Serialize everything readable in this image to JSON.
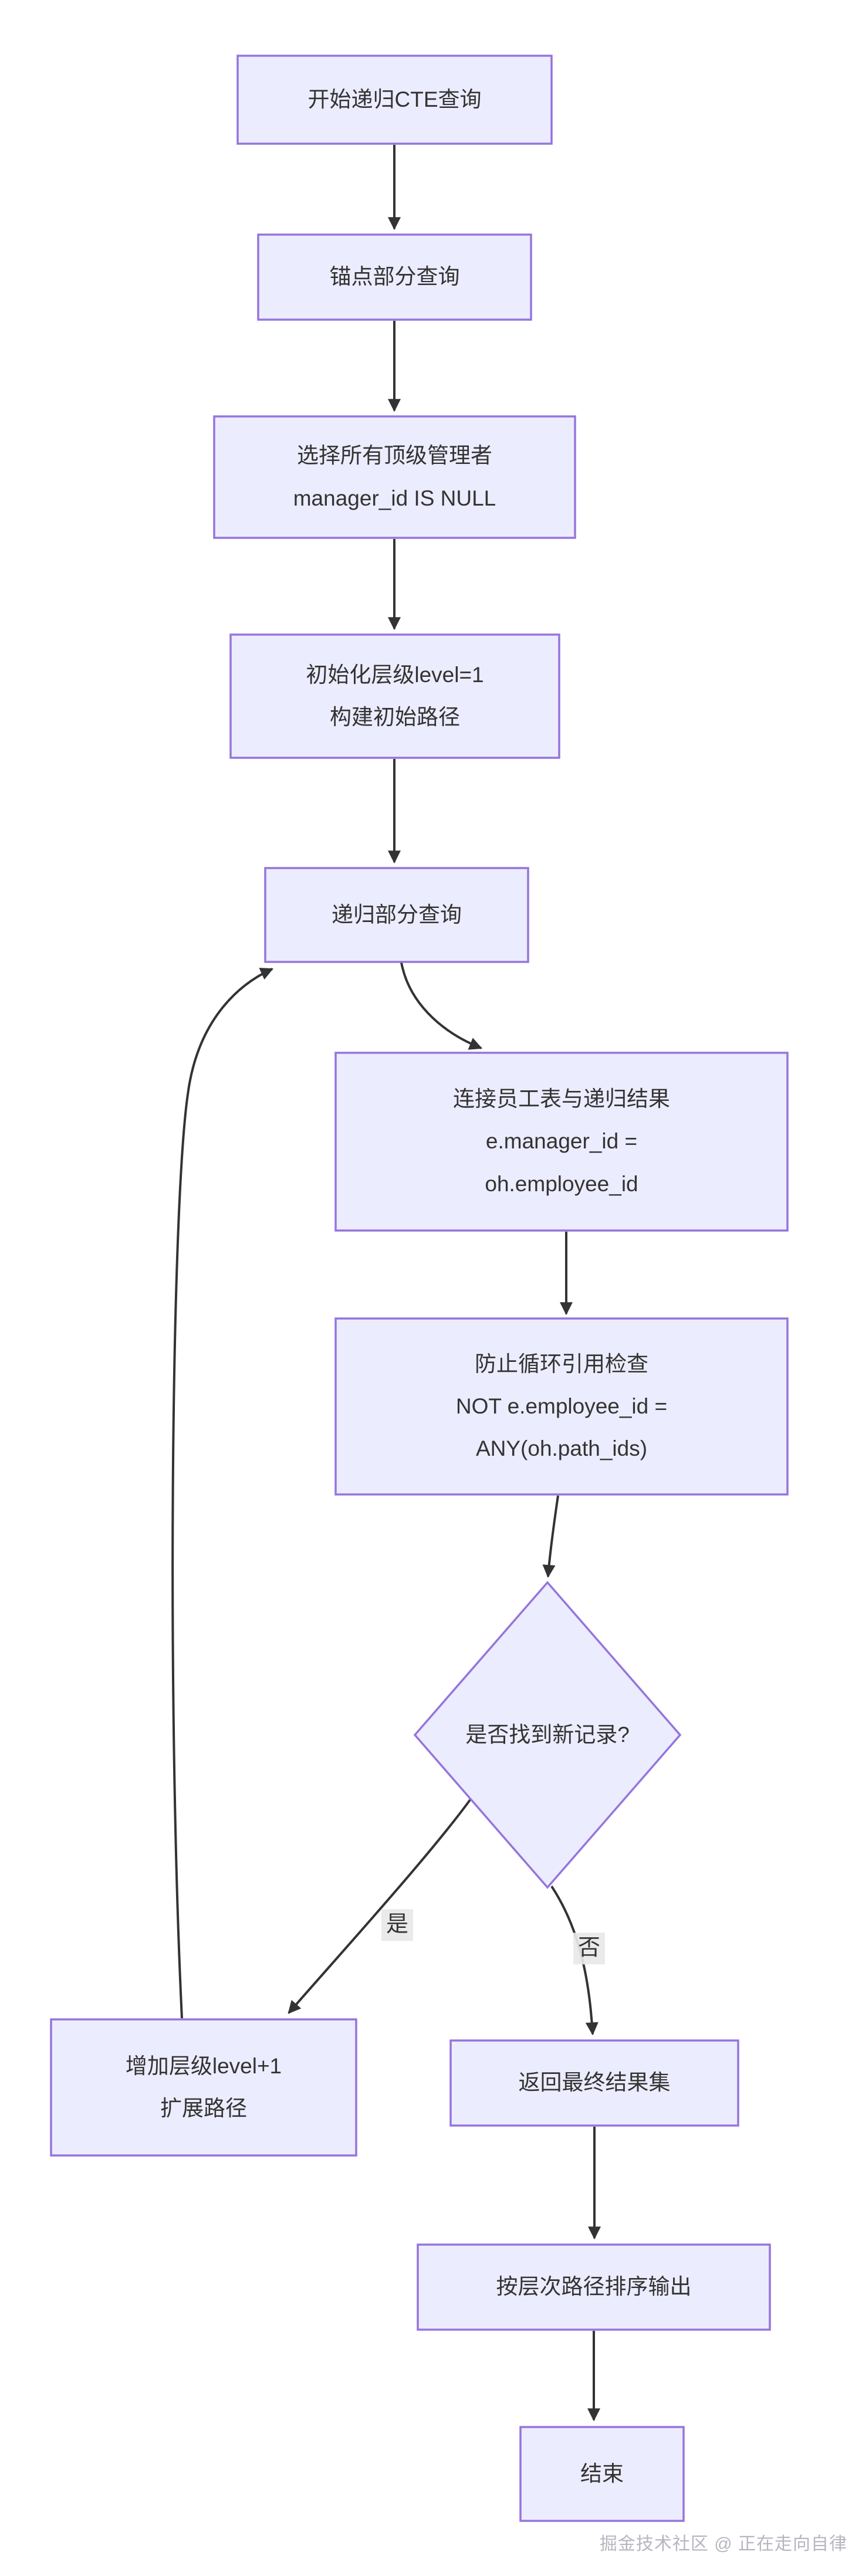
{
  "diagram": {
    "title_hint": "recursive CTE query flowchart",
    "colors": {
      "node_fill": "#ECECFF",
      "node_border": "#9575DC",
      "edge": "#333333",
      "text": "#333333",
      "edge_label_bg": "#E8E8E8",
      "background": "#FFFFFF"
    },
    "nodes": {
      "start": {
        "label": "开始递归CTE查询"
      },
      "anchor": {
        "label": "锚点部分查询"
      },
      "select_top": {
        "label": "选择所有顶级管理者\nmanager_id IS NULL"
      },
      "init_level": {
        "label": "初始化层级level=1\n构建初始路径"
      },
      "recursive": {
        "label": "递归部分查询"
      },
      "join": {
        "label": "连接员工表与递归结果\ne.manager_id =\noh.employee_id"
      },
      "cycle_check": {
        "label": "防止循环引用检查\nNOT e.employee_id =\nANY(oh.path_ids)"
      },
      "decision": {
        "label": "是否找到新记录?"
      },
      "increment": {
        "label": "增加层级level+1\n扩展路径"
      },
      "return_results": {
        "label": "返回最终结果集"
      },
      "order_output": {
        "label": "按层次路径排序输出"
      },
      "end": {
        "label": "结束"
      }
    },
    "edge_labels": {
      "yes": "是",
      "no": "否"
    }
  },
  "watermark": {
    "text": "掘金技术社区 @ 正在走向自律"
  }
}
